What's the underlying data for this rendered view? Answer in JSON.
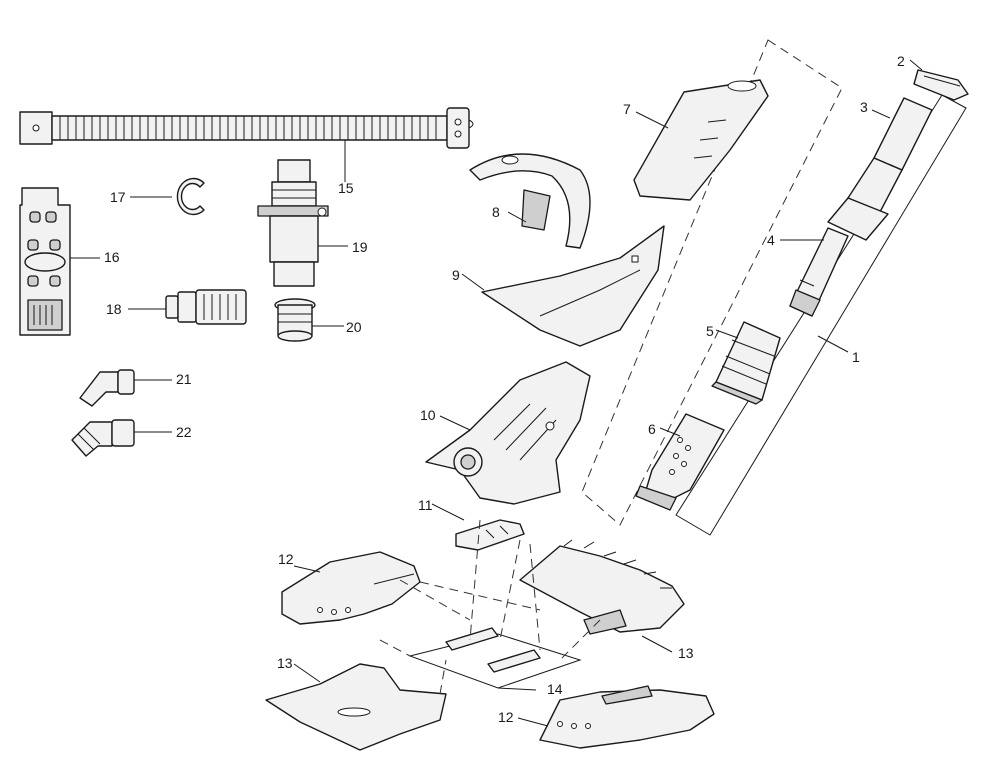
{
  "callouts": {
    "c1": "1",
    "c2": "2",
    "c3": "3",
    "c4": "4",
    "c5": "5",
    "c6": "6",
    "c7": "7",
    "c8": "8",
    "c9": "9",
    "c10": "10",
    "c11": "11",
    "c12a": "12",
    "c12b": "12",
    "c13a": "13",
    "c13b": "13",
    "c14": "14",
    "c15": "15",
    "c16": "16",
    "c17": "17",
    "c18": "18",
    "c19": "19",
    "c20": "20",
    "c21": "21",
    "c22": "22"
  },
  "colors": {
    "line": "#1a1a1a",
    "fill": "#f2f2f2",
    "shade": "#cfcfcf"
  }
}
